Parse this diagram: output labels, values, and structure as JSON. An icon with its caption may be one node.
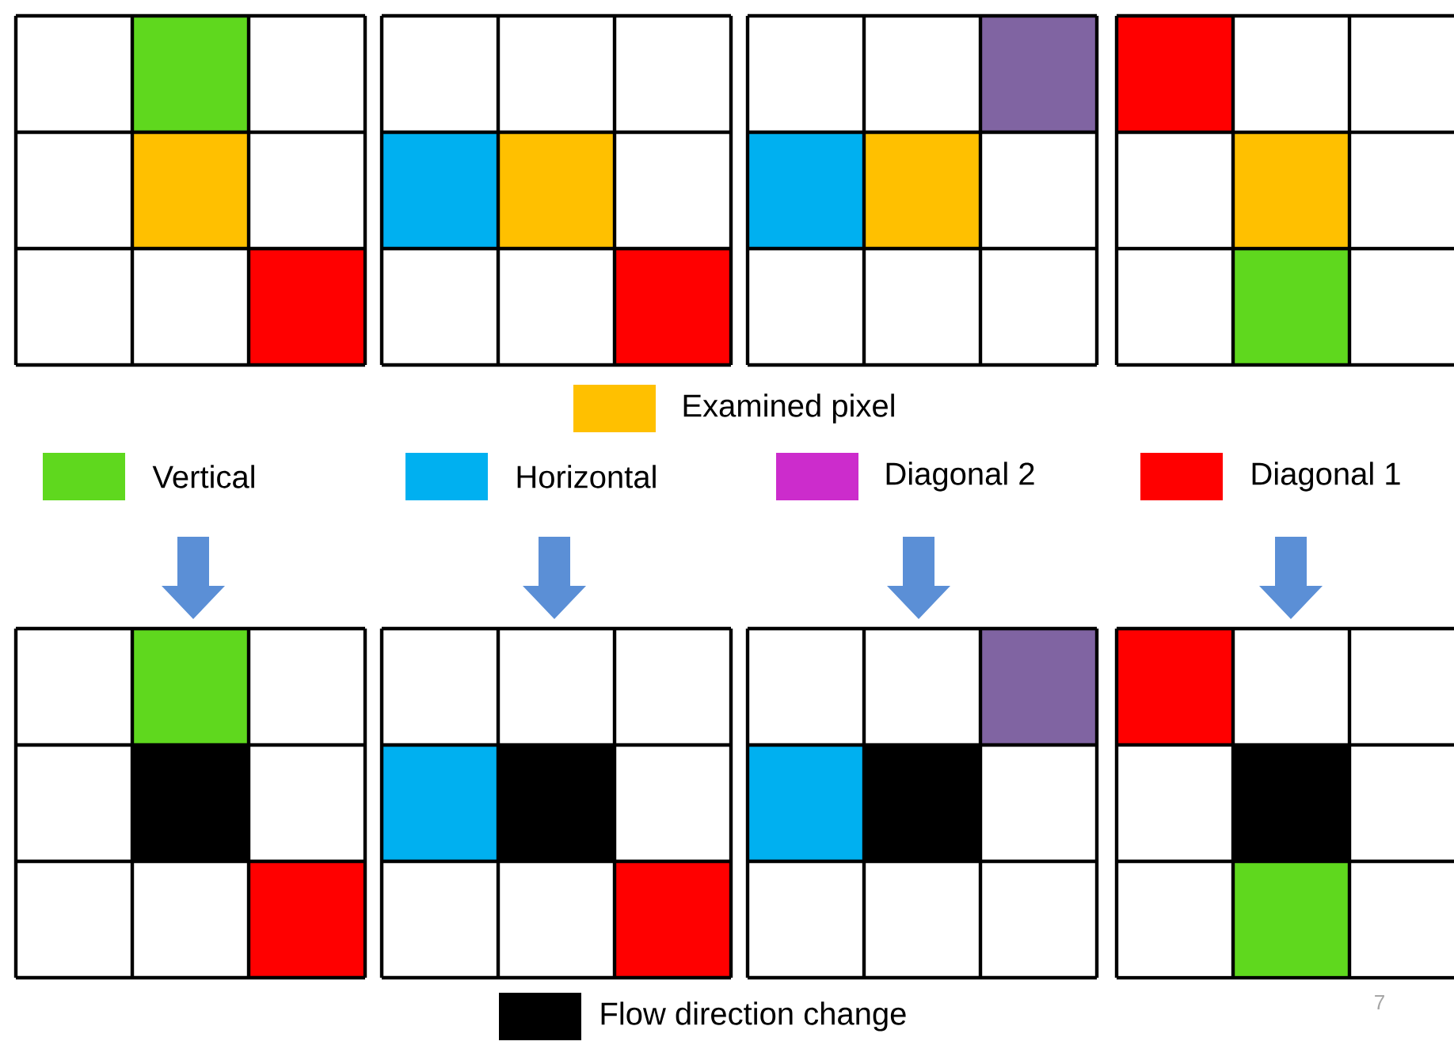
{
  "diagram": {
    "labels": [
      "7"
    ],
    "legend": [
      {
        "text": "Examined pixel",
        "color": "#ffc000"
      },
      {
        "text": "Vertical",
        "color": "#5fd81e"
      },
      {
        "text": "Horizontal",
        "color": "#00b0f0"
      },
      {
        "text": "Diagonal 2",
        "color": "#cc2ccc"
      },
      {
        "text": "Diagonal 1",
        "color": "#ff0000"
      },
      {
        "text": "Flow direction change",
        "color": "#000000"
      }
    ]
  }
}
